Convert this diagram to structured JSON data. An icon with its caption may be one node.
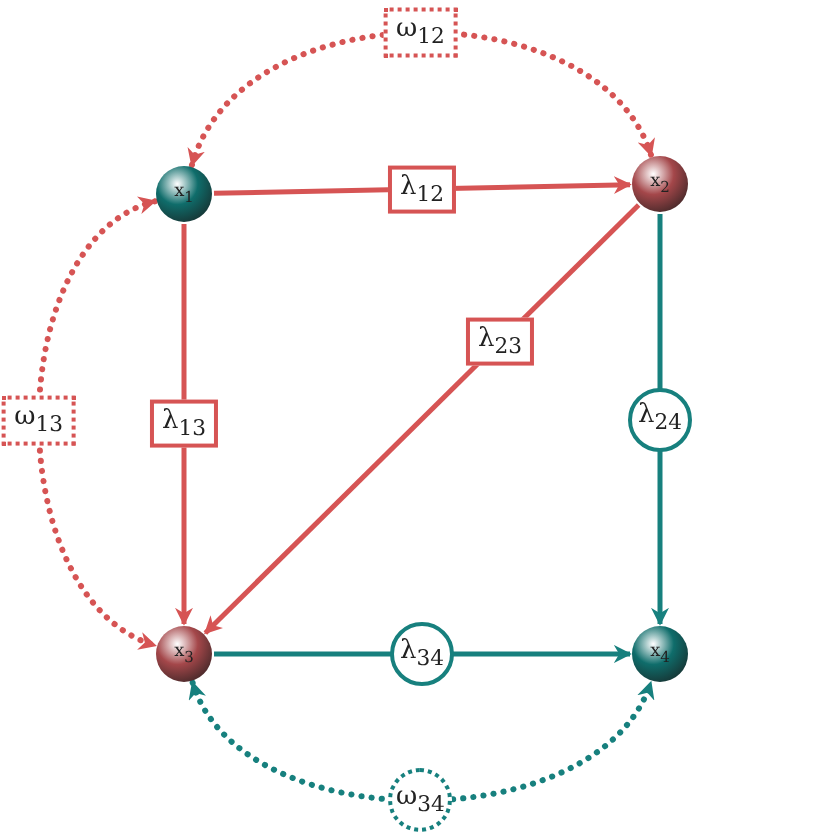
{
  "diagram": {
    "nodes": [
      {
        "text": [
          "x$_{1}$"
        ]
      },
      {
        "text": [
          "x$_{2}$"
        ]
      },
      {
        "text": [
          "x$_{3}$"
        ]
      },
      {
        "text": [
          "x$_{4}$"
        ]
      }
    ],
    "edges": [
      {
        "from": 0,
        "to": 1,
        "arrow": "to",
        "label": "λ$_{12}$"
      },
      {
        "from": 0,
        "to": 2,
        "arrow": "to",
        "label": "λ$_{13}$"
      },
      {
        "from": 1,
        "to": 2,
        "arrow": "to",
        "label": "λ$_{23}$"
      },
      {
        "from": 1,
        "to": 3,
        "arrow": "to",
        "label": "λ$_{24}$",
        "color": "#17807e"
      },
      {
        "from": 2,
        "to": 3,
        "arrow": "to",
        "label": "λ$_{34}$",
        "color": "#17807e"
      },
      {
        "from": 0,
        "to": 1,
        "arrow": "both",
        "label": "ω$_{12}$",
        "style": "dashed"
      },
      {
        "from": 0,
        "to": 2,
        "arrow": "both",
        "label": "ω$_{13}$",
        "style": "dashed"
      },
      {
        "from": 2,
        "to": 3,
        "arrow": "both",
        "label": "ω$_{34}$",
        "style": "dashed",
        "color": "#17807e"
      }
    ]
  }
}
